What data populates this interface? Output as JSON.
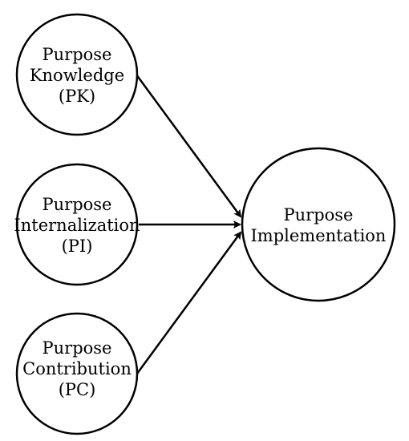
{
  "nodes": {
    "pk": {
      "lines": [
        "Purpose",
        "Knowledge",
        "(PK)"
      ]
    },
    "pi": {
      "lines": [
        "Purpose",
        "Internalization",
        "(PI)"
      ]
    },
    "pc": {
      "lines": [
        "Purpose",
        "Contribution",
        "(PC)"
      ]
    },
    "impl": {
      "lines": [
        "Purpose",
        "Implementation"
      ]
    }
  },
  "colors": {
    "stroke": "#000000",
    "background": "#ffffff"
  }
}
